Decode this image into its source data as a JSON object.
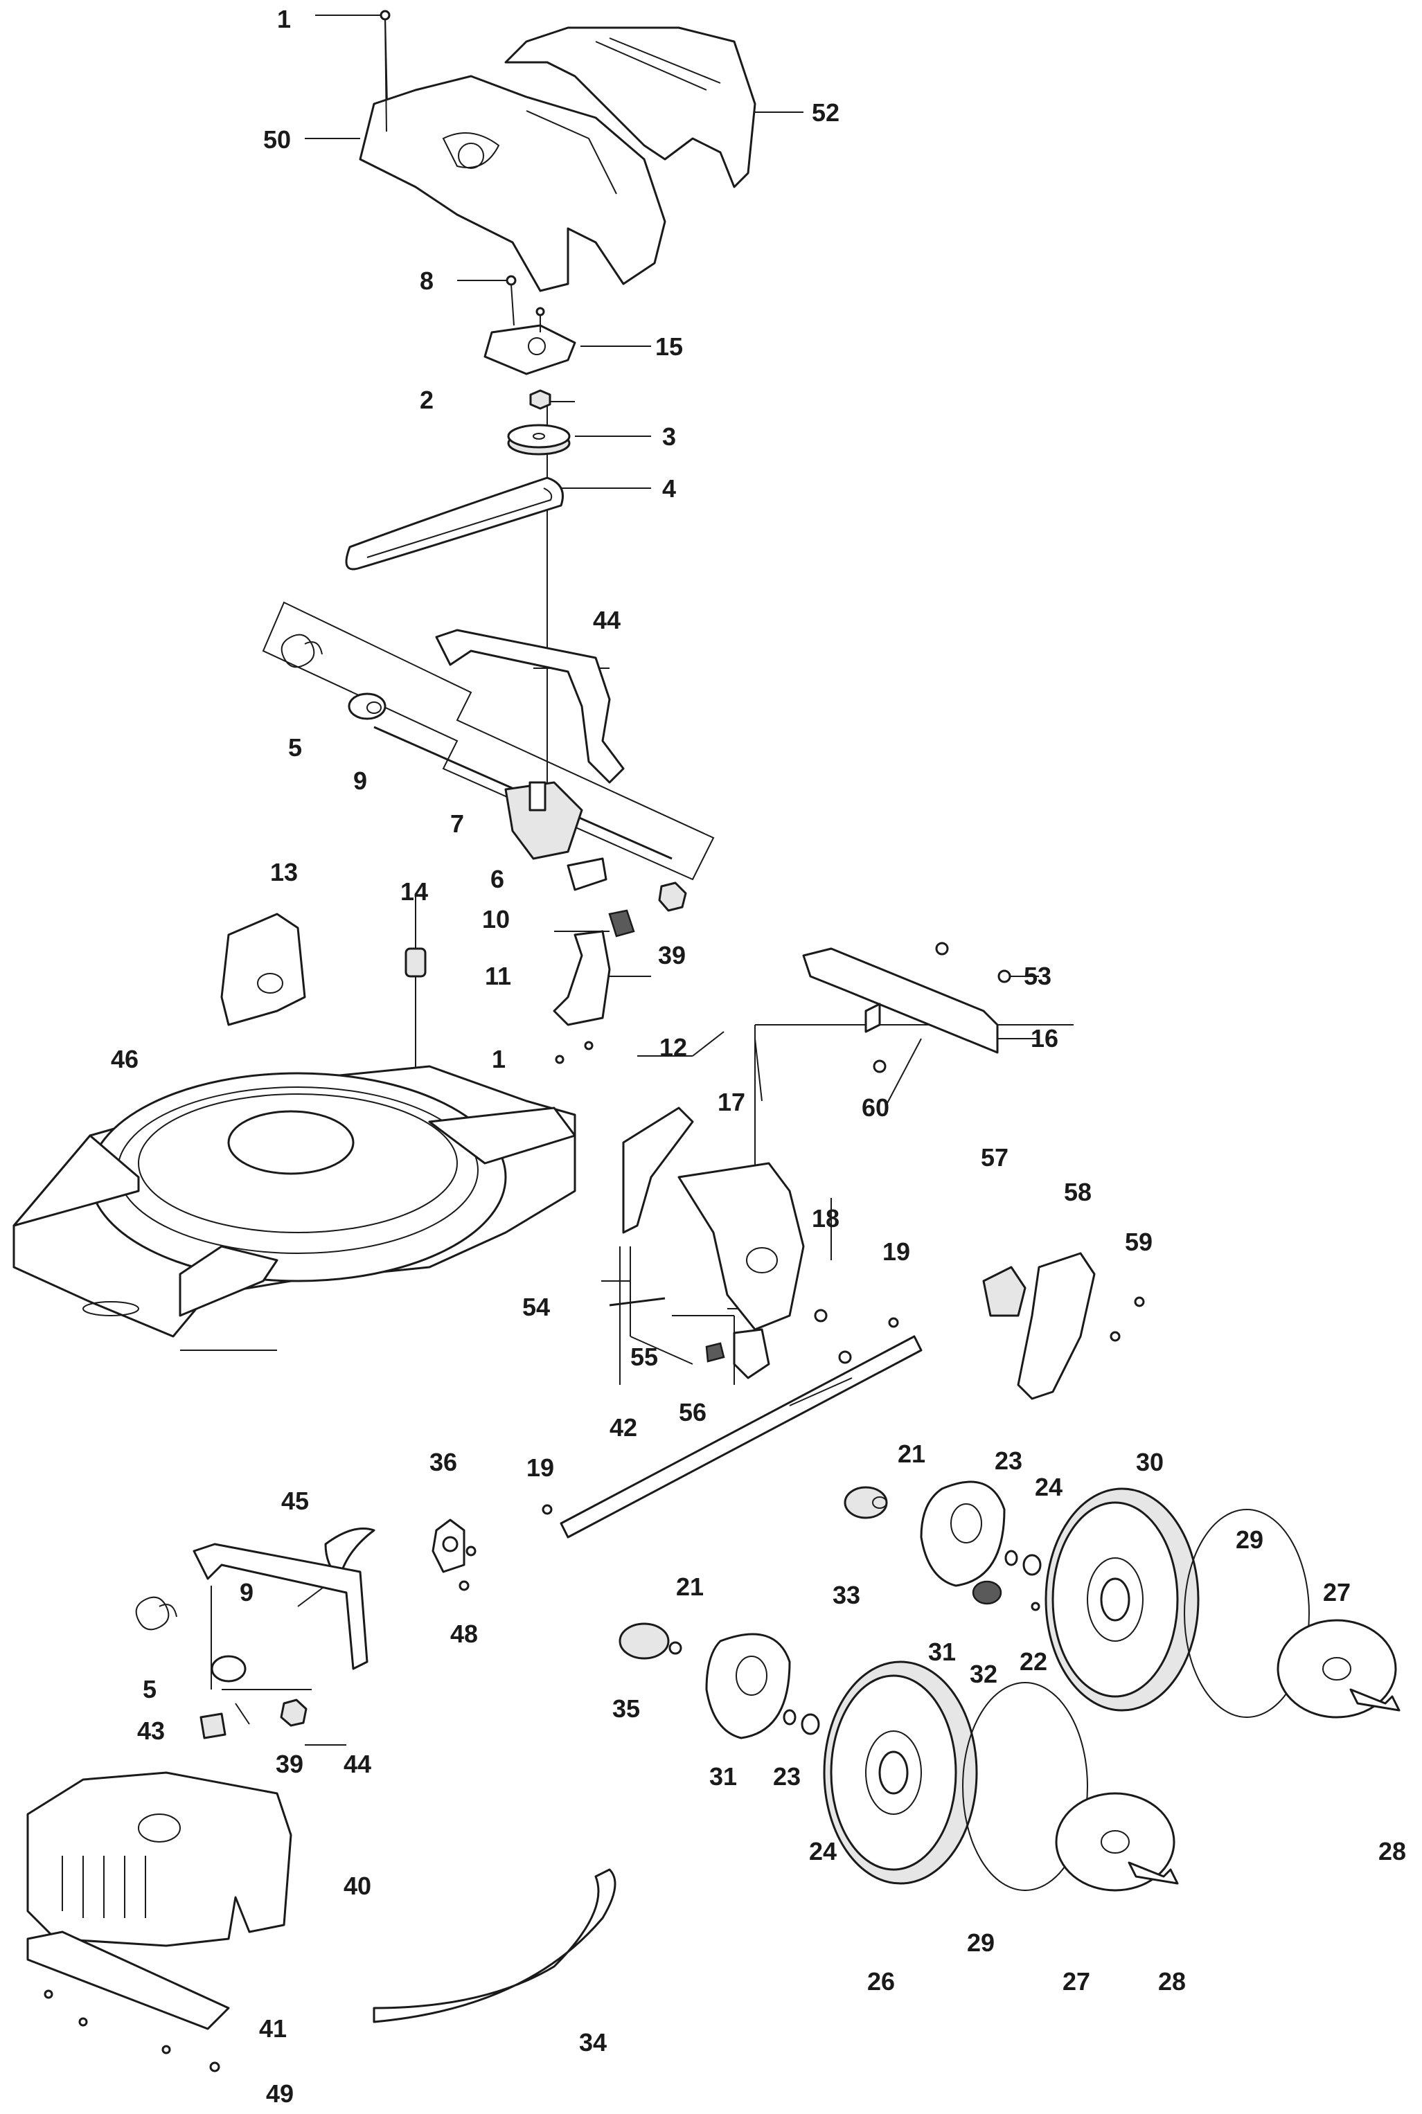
{
  "callouts": {
    "c1a": "1",
    "c50": "50",
    "c52": "52",
    "c8": "8",
    "c15": "15",
    "c2": "2",
    "c3": "3",
    "c4": "4",
    "c44a": "44",
    "c5a": "5",
    "c9a": "9",
    "c7": "7",
    "c6": "6",
    "c10": "10",
    "c39a": "39",
    "c13": "13",
    "c14": "14",
    "c11": "11",
    "c1b": "1",
    "c46": "46",
    "c12": "12",
    "c17": "17",
    "c53": "53",
    "c16": "16",
    "c60": "60",
    "c57": "57",
    "c58": "58",
    "c59": "59",
    "c18": "18",
    "c19a": "19",
    "c54": "54",
    "c55": "55",
    "c56": "56",
    "c42": "42",
    "c19b": "19",
    "c36": "36",
    "c45": "45",
    "c21a": "21",
    "c23a": "23",
    "c24a": "24",
    "c30": "30",
    "c48": "48",
    "c33": "33",
    "c31a": "31",
    "c32": "32",
    "c22": "22",
    "c29a": "29",
    "c27a": "27",
    "c9b": "9",
    "c5b": "5",
    "c21b": "21",
    "c35": "35",
    "c31b": "31",
    "c23b": "23",
    "c43": "43",
    "c39b": "39",
    "c44b": "44",
    "c28a": "28",
    "c24b": "24",
    "c40": "40",
    "c29b": "29",
    "c26": "26",
    "c27b": "27",
    "c28b": "28",
    "c41": "41",
    "c34": "34",
    "c49": "49"
  }
}
